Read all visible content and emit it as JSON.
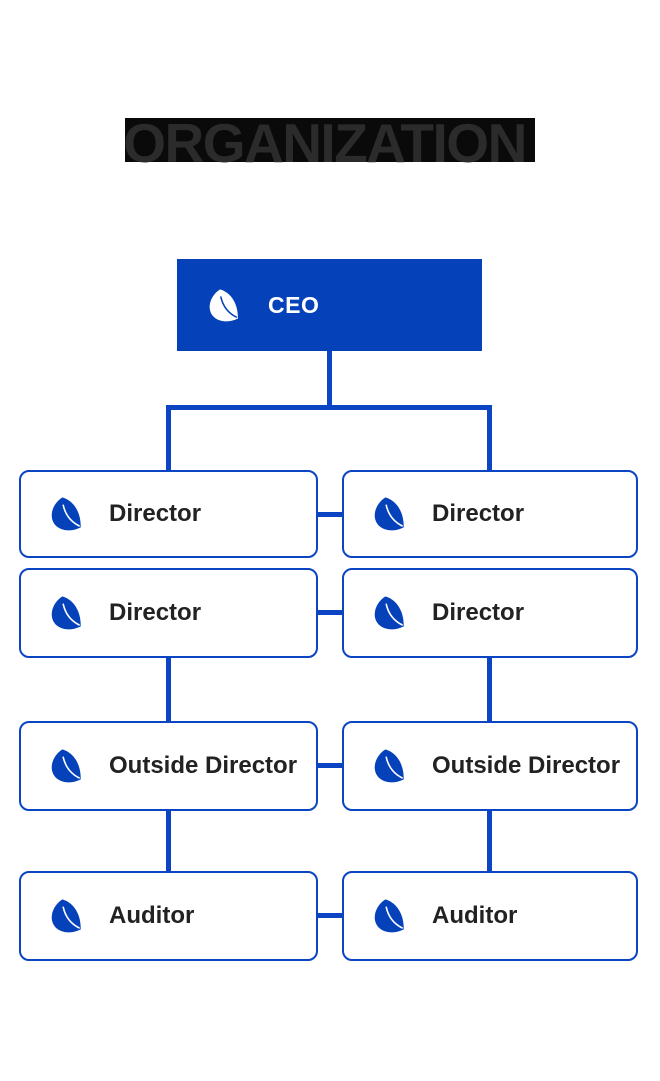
{
  "title": {
    "text": "ORGANIZATION"
  },
  "colors": {
    "accent_blue": "#0542BA",
    "connector_blue": "#0C45C4",
    "label_dark": "#222222",
    "title_highlight_bg": "#0A0A0A",
    "title_text": "#2B2B2B",
    "node_bg": "#FFFFFF"
  },
  "icons": {
    "node_icon": "leaf-icon"
  },
  "org_chart": {
    "root": {
      "label": "CEO"
    },
    "rows": [
      {
        "left": {
          "label": "Director"
        },
        "right": {
          "label": "Director"
        }
      },
      {
        "left": {
          "label": "Director"
        },
        "right": {
          "label": "Director"
        }
      },
      {
        "left": {
          "label": "Outside Director"
        },
        "right": {
          "label": "Outside Director"
        }
      },
      {
        "left": {
          "label": "Auditor"
        },
        "right": {
          "label": "Auditor"
        }
      }
    ]
  }
}
